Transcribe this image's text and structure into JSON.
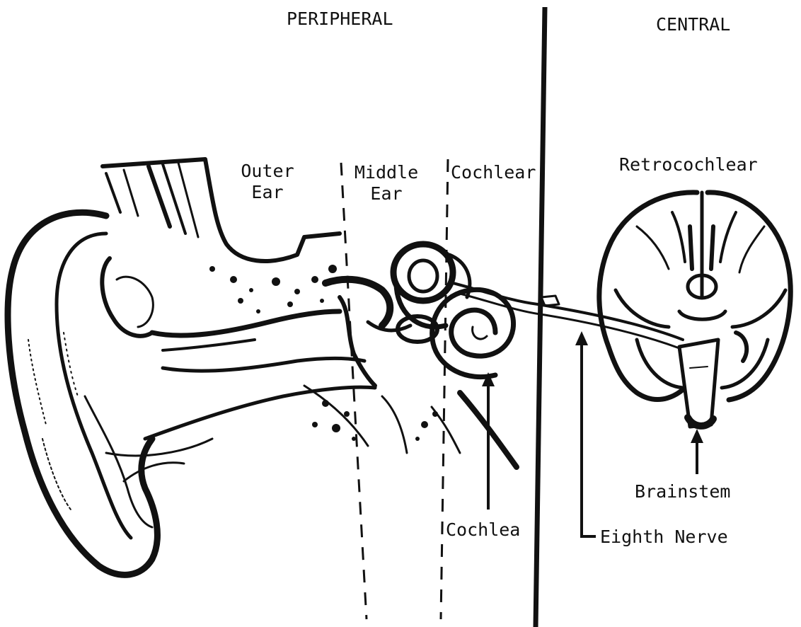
{
  "regions": {
    "peripheral": "PERIPHERAL",
    "central": "CENTRAL"
  },
  "zones": {
    "outer_ear": "Outer\nEar",
    "middle_ear": "Middle\nEar",
    "cochlear": "Cochlear",
    "retrocochlear": "Retrocochlear"
  },
  "callouts": {
    "cochlea": "Cochlea",
    "eighth_nerve": "Eighth Nerve",
    "brainstem": "Brainstem"
  },
  "colors": {
    "ink": "#111111",
    "paper": "#ffffff"
  }
}
